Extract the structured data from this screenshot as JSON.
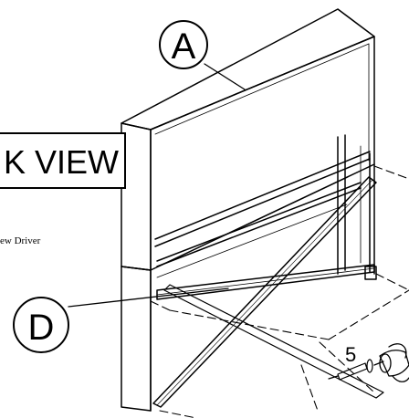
{
  "callouts": {
    "part_a": "A",
    "part_d": "D"
  },
  "view_label": "K VIEW",
  "tool_note": "ew Driver",
  "screw_quantity": "5",
  "colors": {
    "line": "#000000",
    "background": "#ffffff"
  }
}
